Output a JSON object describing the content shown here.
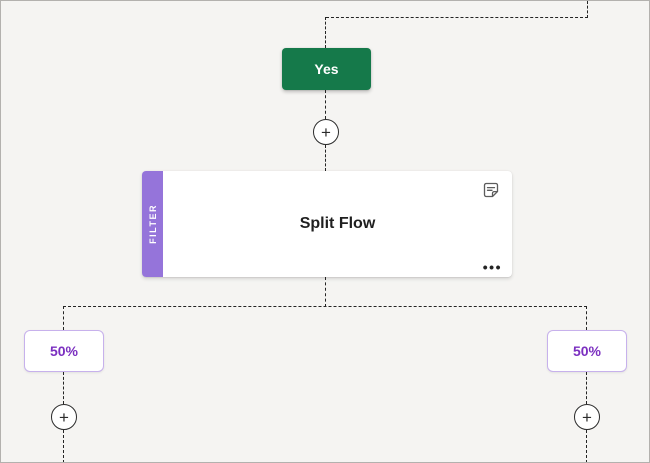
{
  "colors": {
    "canvas_background": "#f5f4f2",
    "yes_branch_green": "#15794a",
    "filter_tab_purple": "#9574da",
    "percent_text_purple": "#7b2fc0",
    "percent_border_purple": "#c7b1ec",
    "connector_dark": "#242424"
  },
  "glyphs": {
    "plus": "+"
  },
  "yes_branch": {
    "label": "Yes"
  },
  "card": {
    "tab_label": "FILTER",
    "title": "Split Flow",
    "notes_icon": "notes-icon",
    "more_label": "•••"
  },
  "branches": [
    {
      "label": "50%"
    },
    {
      "label": "50%"
    }
  ]
}
